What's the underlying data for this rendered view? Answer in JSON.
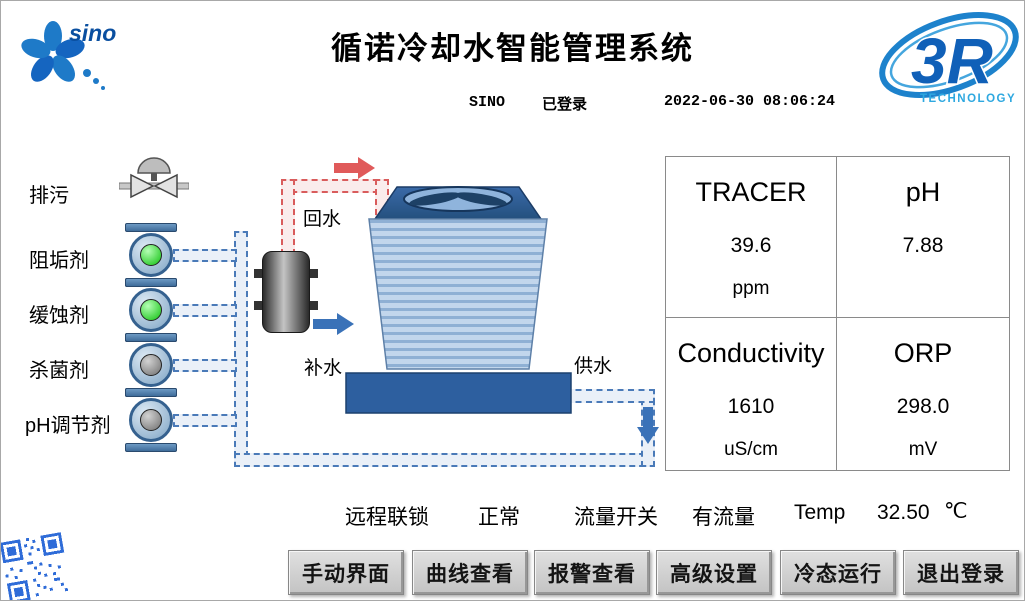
{
  "header": {
    "title": "循诺冷却水智能管理系统",
    "user": "SINO",
    "login_status": "已登录",
    "datetime": "2022-06-30 08:06:24"
  },
  "logos": {
    "sino_text": "sino",
    "r3_text": "3R",
    "r3_subtext": "TECHNOLOGY"
  },
  "diagram": {
    "drain_label": "排污",
    "pumps": [
      {
        "label": "阻垢剂",
        "state": "on"
      },
      {
        "label": "缓蚀剂",
        "state": "on"
      },
      {
        "label": "杀菌剂",
        "state": "off"
      },
      {
        "label": "pH调节剂",
        "state": "off"
      }
    ],
    "flow_labels": {
      "return": "回水",
      "makeup": "补水",
      "supply": "供水"
    },
    "colors": {
      "return_pipe": "#d95c5c",
      "supply_pipe": "#4a7ab8",
      "pump_on": "#0fc00f",
      "pump_off": "#6f6f6f",
      "basin": "#2d5f9f"
    },
    "icons": {
      "return_flow": "arrow-right-icon",
      "makeup_flow": "arrow-right-icon",
      "supply_flow": "arrow-down-icon",
      "drain": "valve-icon",
      "corner": "qr-code-icon"
    }
  },
  "data_panel": {
    "cells": [
      {
        "label": "TRACER",
        "value": "39.6",
        "unit": "ppm"
      },
      {
        "label": "pH",
        "value": "7.88",
        "unit": ""
      },
      {
        "label": "Conductivity",
        "value": "1610",
        "unit": "uS/cm"
      },
      {
        "label": "ORP",
        "value": "298.0",
        "unit": "mV"
      }
    ]
  },
  "status_bar": {
    "interlock_label": "远程联锁",
    "interlock_value": "正常",
    "flow_label": "流量开关",
    "flow_value": "有流量",
    "temp_label": "Temp",
    "temp_value": "32.50",
    "temp_unit": "℃"
  },
  "nav_buttons": [
    {
      "label": "手动界面"
    },
    {
      "label": "曲线查看"
    },
    {
      "label": "报警查看"
    },
    {
      "label": "高级设置"
    },
    {
      "label": "冷态运行"
    },
    {
      "label": "退出登录"
    }
  ]
}
